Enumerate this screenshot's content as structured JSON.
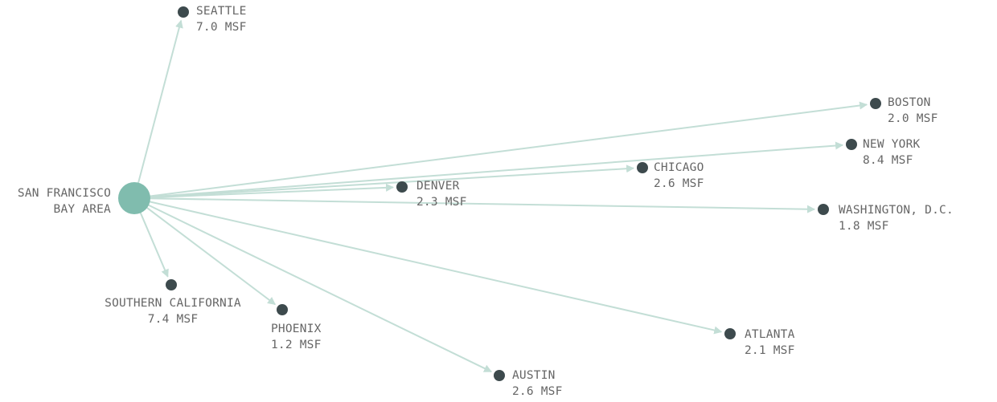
{
  "colors": {
    "origin": "#80bcae",
    "line": "#c3ded6",
    "dot": "#3d4a4d",
    "text": "#666666"
  },
  "origin": {
    "name_line1": "SAN FRANCISCO",
    "name_line2": "BAY AREA"
  },
  "destinations": [
    {
      "name": "SEATTLE",
      "value": "7.0 MSF"
    },
    {
      "name": "BOSTON",
      "value": "2.0 MSF"
    },
    {
      "name": "NEW YORK",
      "value": "8.4 MSF"
    },
    {
      "name": "CHICAGO",
      "value": "2.6 MSF"
    },
    {
      "name": "DENVER",
      "value": "2.3 MSF"
    },
    {
      "name": "WASHINGTON, D.C.",
      "value": "1.8 MSF"
    },
    {
      "name": "SOUTHERN CALIFORNIA",
      "value": "7.4 MSF"
    },
    {
      "name": "PHOENIX",
      "value": "1.2 MSF"
    },
    {
      "name": "AUSTIN",
      "value": "2.6 MSF"
    },
    {
      "name": "ATLANTA",
      "value": "2.1 MSF"
    }
  ]
}
